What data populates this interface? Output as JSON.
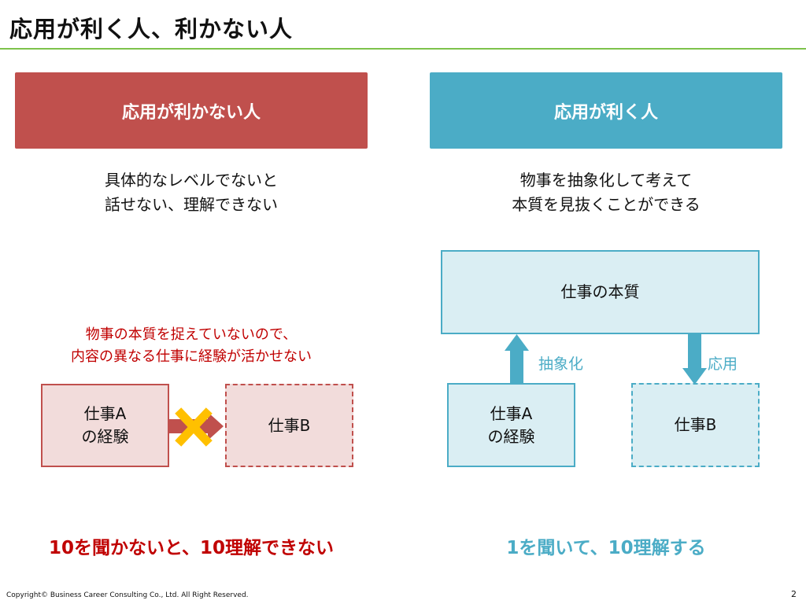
{
  "slide": {
    "title": "応用が利く人、利かない人",
    "copyright": "Copyright© Business Career Consulting Co., Ltd.   All Right Reserved.",
    "page_number": "2"
  },
  "left": {
    "header": "応用が利かない人",
    "description": [
      "具体的なレベルでないと",
      "話せない、理解できない"
    ],
    "note": [
      "物事の本質を捉えていないので、",
      "内容の異なる仕事に経験が活かせない"
    ],
    "box_a": [
      "仕事A",
      "の経験"
    ],
    "box_b": "仕事B",
    "summary": "10を聞かないと、10理解できない"
  },
  "right": {
    "header": "応用が利く人",
    "description": [
      "物事を抽象化して考えて",
      "本質を見抜くことができる"
    ],
    "essence_box": "仕事の本質",
    "box_a": [
      "仕事A",
      "の経験"
    ],
    "box_b": "仕事B",
    "label_abstract": "抽象化",
    "label_apply": "応用",
    "summary": "1を聞いて、10理解する"
  },
  "colors": {
    "accent_green": "#7dc24b",
    "red": "#c0504d",
    "red_text": "#c00000",
    "blue": "#4bacc6",
    "light_red": "#f2dcdb",
    "light_blue": "#daeef3",
    "cross_yellow": "#ffc000"
  },
  "icons": [
    "up-arrow-icon",
    "down-arrow-icon",
    "right-arrow-icon",
    "cross-icon"
  ]
}
